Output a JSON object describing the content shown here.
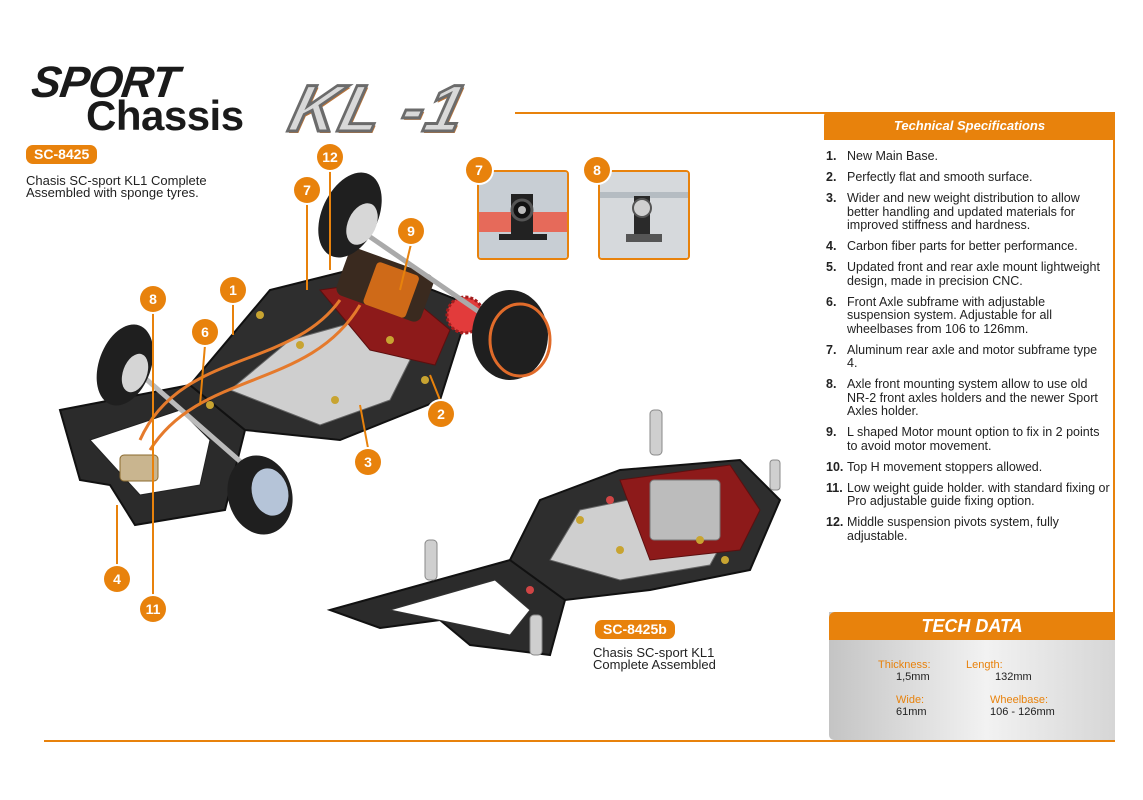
{
  "header": {
    "sport": "SPORT",
    "chassis": "Chassis",
    "model": "KL -1"
  },
  "products": [
    {
      "code": "SC-8425",
      "description_line1": "Chasis SC-sport KL1 Complete",
      "description_line2": "Assembled with sponge  tyres."
    },
    {
      "code": "SC-8425b",
      "description_line1": "Chasis SC-sport KL1",
      "description_line2": "Complete Assembled"
    }
  ],
  "specs": {
    "title": "Technical Specifications",
    "items": [
      {
        "num": "1.",
        "text": "New Main Base."
      },
      {
        "num": "2.",
        "text": "Perfectly flat and smooth surface."
      },
      {
        "num": "3.",
        "text": "Wider and new weight distribution to allow better handling and updated materials for improved stiffness and hardness."
      },
      {
        "num": "4.",
        "text": "Carbon fiber parts for better performance."
      },
      {
        "num": "5.",
        "text": "Updated front and rear axle mount lightweight design, made in precision CNC."
      },
      {
        "num": "6.",
        "text": "Front Axle subframe with adjustable suspension system. Adjustable for all wheelbases from 106 to 126mm."
      },
      {
        "num": "7.",
        "text": "Aluminum rear axle and motor subframe type 4."
      },
      {
        "num": "8.",
        "text": "Axle front mounting system allow to use old NR-2 front axles holders and the newer Sport Axles holder."
      },
      {
        "num": "9.",
        "text": "L shaped Motor mount option to fix in 2 points to avoid motor movement."
      },
      {
        "num": "10.",
        "text": "Top H movement stoppers allowed."
      },
      {
        "num": "11.",
        "text": "Low weight guide holder. with standard fixing or Pro adjustable guide fixing option."
      },
      {
        "num": "12.",
        "text": "Middle suspension pivots system, fully adjustable."
      }
    ]
  },
  "tech_data": {
    "title": "TECH DATA",
    "thickness_label": "Thickness:",
    "thickness_value": "1,5mm",
    "length_label": "Length:",
    "length_value": "132mm",
    "wide_label": "Wide:",
    "wide_value": "61mm",
    "wheelbase_label": "Wheelbase:",
    "wheelbase_value": "106 - 126mm"
  },
  "callouts": {
    "c1": "1",
    "c2": "2",
    "c3": "3",
    "c4": "4",
    "c6": "6",
    "c7": "7",
    "c8": "8",
    "c9": "9",
    "c11": "11",
    "c12": "12",
    "inset7": "7",
    "inset8": "8"
  },
  "colors": {
    "accent": "#e8820c",
    "carbon": "#2a2a2a",
    "aluminum": "#c9c9c9",
    "red": "#9e1b1b"
  }
}
